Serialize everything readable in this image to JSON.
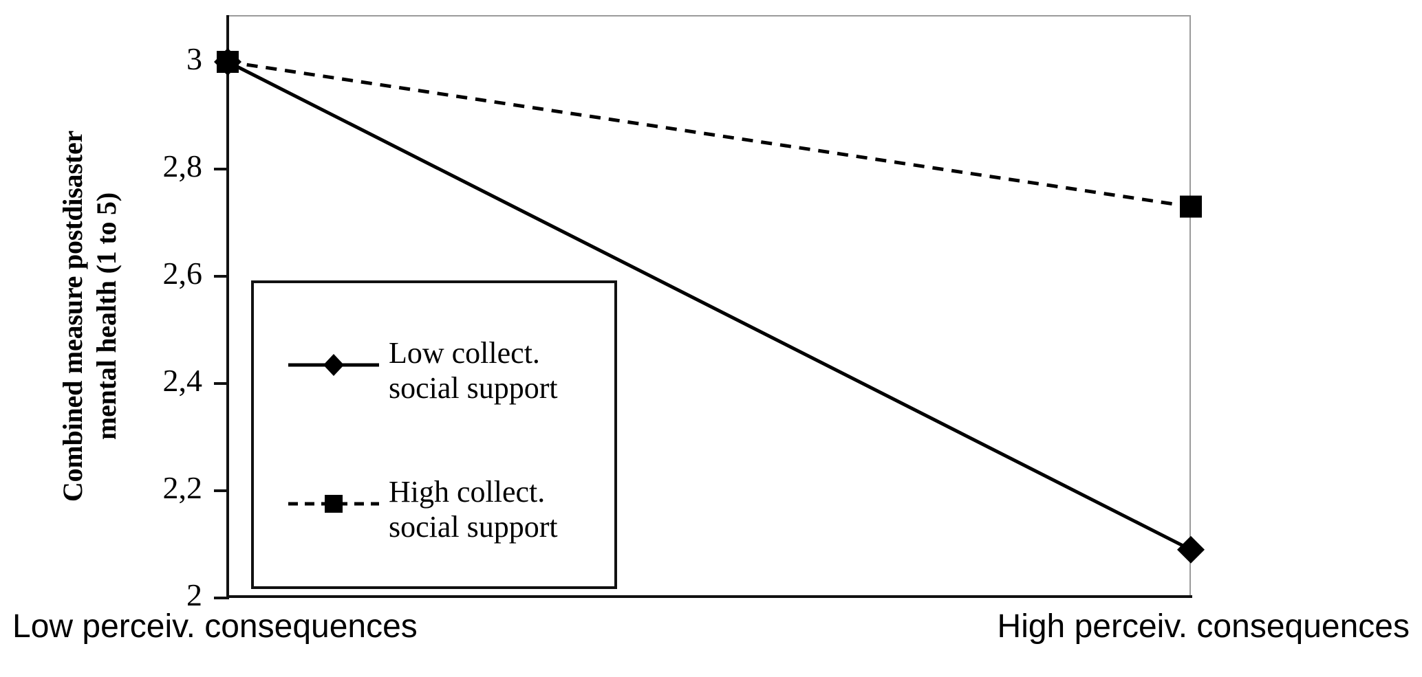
{
  "chart_data": {
    "type": "line",
    "title": "",
    "xlabel": "",
    "ylabel": "Combined measure postdisaster\nmental health (1 to 5)",
    "categories": [
      "Low perceiv. consequences",
      "High perceiv. consequences"
    ],
    "ylim": [
      2,
      3
    ],
    "ytick_labels": [
      "2",
      "2,2",
      "2,4",
      "2,6",
      "2,8",
      "3"
    ],
    "ytick_values": [
      2,
      2.2,
      2.4,
      2.6,
      2.8,
      3
    ],
    "grid": false,
    "legend_position": "inside-left-middle",
    "series": [
      {
        "name": "Low collect.\nsocial support",
        "values": [
          3.0,
          2.09
        ],
        "line_style": "solid",
        "marker": "diamond",
        "color": "#000000"
      },
      {
        "name": "High collect.\nsocial support",
        "values": [
          3.0,
          2.73
        ],
        "line_style": "dashed",
        "marker": "square",
        "color": "#000000"
      }
    ]
  },
  "axis": {
    "y_title": "Combined measure postdisaster\nmental health (1 to 5)",
    "ticks": [
      {
        "label": "3",
        "value": 3.0
      },
      {
        "label": "2,8",
        "value": 2.8
      },
      {
        "label": "2,6",
        "value": 2.6
      },
      {
        "label": "2,4",
        "value": 2.4
      },
      {
        "label": "2,2",
        "value": 2.2
      },
      {
        "label": "2",
        "value": 2.0
      }
    ],
    "x_categories": [
      {
        "label": "Low perceiv. consequences"
      },
      {
        "label": "High perceiv. consequences"
      }
    ]
  },
  "legend": {
    "entries": [
      {
        "label": "Low collect.\nsocial support",
        "marker": "diamond-marker",
        "line_style": "solid"
      },
      {
        "label": "High collect.\nsocial support",
        "marker": "square-marker",
        "line_style": "dashed"
      }
    ]
  },
  "colors": {
    "line": "#000000",
    "frame": "#9a9a9a",
    "axis": "#111111",
    "background": "#ffffff"
  }
}
